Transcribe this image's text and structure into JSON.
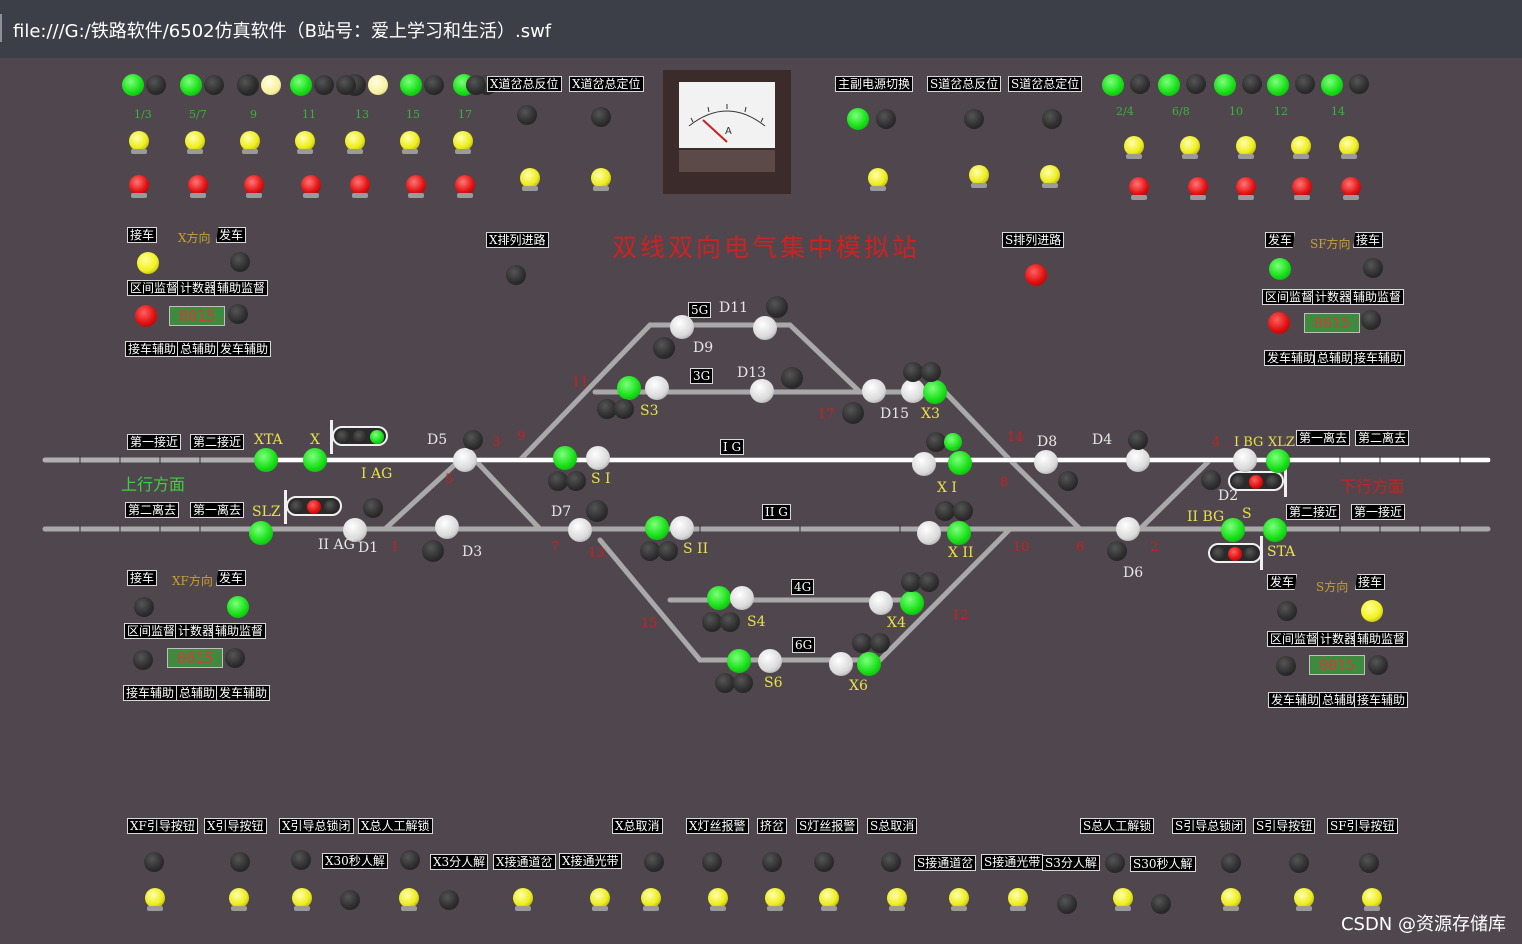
{
  "window": {
    "url": "file:///G:/铁路软件/6502仿真软件（B站号：爱上学习和生活）.swf"
  },
  "title": "双线双向电气集中模拟站",
  "top_left": {
    "switch_numbers": [
      "1/3",
      "5/7",
      "9",
      "11",
      "13",
      "15",
      "17"
    ],
    "buttons": [
      "X道岔总反位",
      "X道岔总定位"
    ]
  },
  "top_right": {
    "buttons": [
      "主副电源切换",
      "S道岔总反位",
      "S道岔总定位"
    ],
    "switch_numbers": [
      "2/4",
      "6/8",
      "10",
      "12",
      "14"
    ]
  },
  "meter": {
    "unit": "A"
  },
  "route_buttons": {
    "x": "X排列进路",
    "s": "S排列进路"
  },
  "blocks": {
    "x_dir": {
      "left": "接车",
      "dir": "X方向",
      "right": "发车",
      "monitor": [
        "区间监督",
        "计数器",
        "辅助监督"
      ],
      "counter": "0015",
      "aux": [
        "接车辅助",
        "总辅助",
        "发车辅助"
      ]
    },
    "xf_dir": {
      "left": "接车",
      "dir": "XF方向",
      "right": "发车",
      "monitor": [
        "区间监督",
        "计数器",
        "辅助监督"
      ],
      "counter": "0015",
      "aux": [
        "接车辅助",
        "总辅助",
        "发车辅助"
      ]
    },
    "sf_dir": {
      "left": "发车",
      "dir": "SF方向",
      "right": "接车",
      "monitor": [
        "区间监督",
        "计数器",
        "辅助监督"
      ],
      "counter": "0015",
      "aux": [
        "发车辅助",
        "总辅助",
        "接车辅助"
      ]
    },
    "s_dir": {
      "left": "发车",
      "dir": "S方向",
      "right": "接车",
      "monitor": [
        "区间监督",
        "计数器",
        "辅助监督"
      ],
      "counter": "0015",
      "aux": [
        "发车辅助",
        "总辅助",
        "接车辅助"
      ]
    }
  },
  "approach": {
    "left_top": [
      "第一接近",
      "第二接近"
    ],
    "left_bottom": [
      "第二离去",
      "第一离去"
    ],
    "right_top": [
      "第一离去",
      "第二离去"
    ],
    "right_bottom": [
      "第二接近",
      "第一接近"
    ]
  },
  "directions": {
    "up": "上行方面",
    "down": "下行方面"
  },
  "tracks": [
    "5G",
    "3G",
    "I G",
    "II G",
    "4G",
    "6G"
  ],
  "signals": {
    "XTA": "XTA",
    "X": "X",
    "IAG": "I AG",
    "SLZ": "SLZ",
    "IIAG": "II AG",
    "D1": "D1",
    "D3": "D3",
    "D5": "D5",
    "D7": "D7",
    "D9": "D9",
    "D11": "D11",
    "D13": "D13",
    "D15": "D15",
    "S3": "S3",
    "S1": "S I",
    "S2": "S II",
    "S4": "S4",
    "S6": "S6",
    "X3": "X3",
    "X1": "X I",
    "X2": "X II",
    "X4": "X4",
    "X6": "X6",
    "D8": "D8",
    "D4": "D4",
    "D2": "D2",
    "D6": "D6",
    "IBG": "I BG",
    "XLZ": "XLZ",
    "IIBG": "II BG",
    "S": "S",
    "STA": "STA"
  },
  "switch_labels": [
    "11",
    "3",
    "9",
    "5",
    "1",
    "7",
    "13",
    "15",
    "17",
    "14",
    "8",
    "4",
    "2",
    "10",
    "6",
    "12"
  ],
  "bottom_buttons": {
    "row1_left": [
      "XF引导按钮",
      "X引导按钮",
      "X引导总锁闭",
      "X总人工解锁"
    ],
    "row1_mid": [
      "X总取消",
      "X灯丝报警",
      "挤岔",
      "S灯丝报警",
      "S总取消"
    ],
    "row1_right": [
      "S总人工解锁",
      "S引导总锁闭",
      "S引导按钮",
      "SF引导按钮"
    ],
    "row2_left": [
      "X30秒人解",
      "X3分人解",
      "X接通道岔",
      "X接通光带"
    ],
    "row2_right": [
      "S接通道岔",
      "S接通光带",
      "S3分人解",
      "S30秒人解"
    ]
  },
  "watermark": "CSDN @资源存储库"
}
